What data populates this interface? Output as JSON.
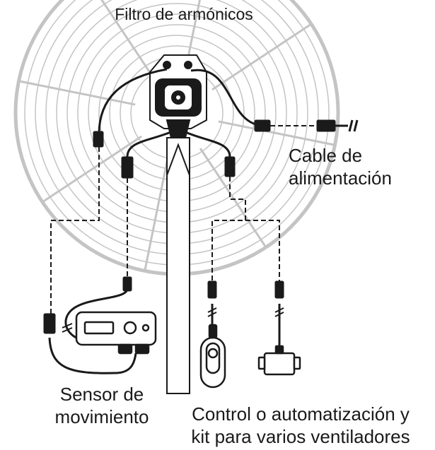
{
  "labels": {
    "harmonic_filter": "Filtro de armónicos",
    "power_cable_line1": "Cable de",
    "power_cable_line2": "alimentación",
    "motion_sensor_line1": "Sensor de",
    "motion_sensor_line2": "movimiento",
    "control_line1": "Control o automatización y",
    "control_line2": "kit para varios ventiladores"
  },
  "colors": {
    "line": "#1a1a1a",
    "fan_guard": "#c8c8c8",
    "background": "#ffffff"
  }
}
